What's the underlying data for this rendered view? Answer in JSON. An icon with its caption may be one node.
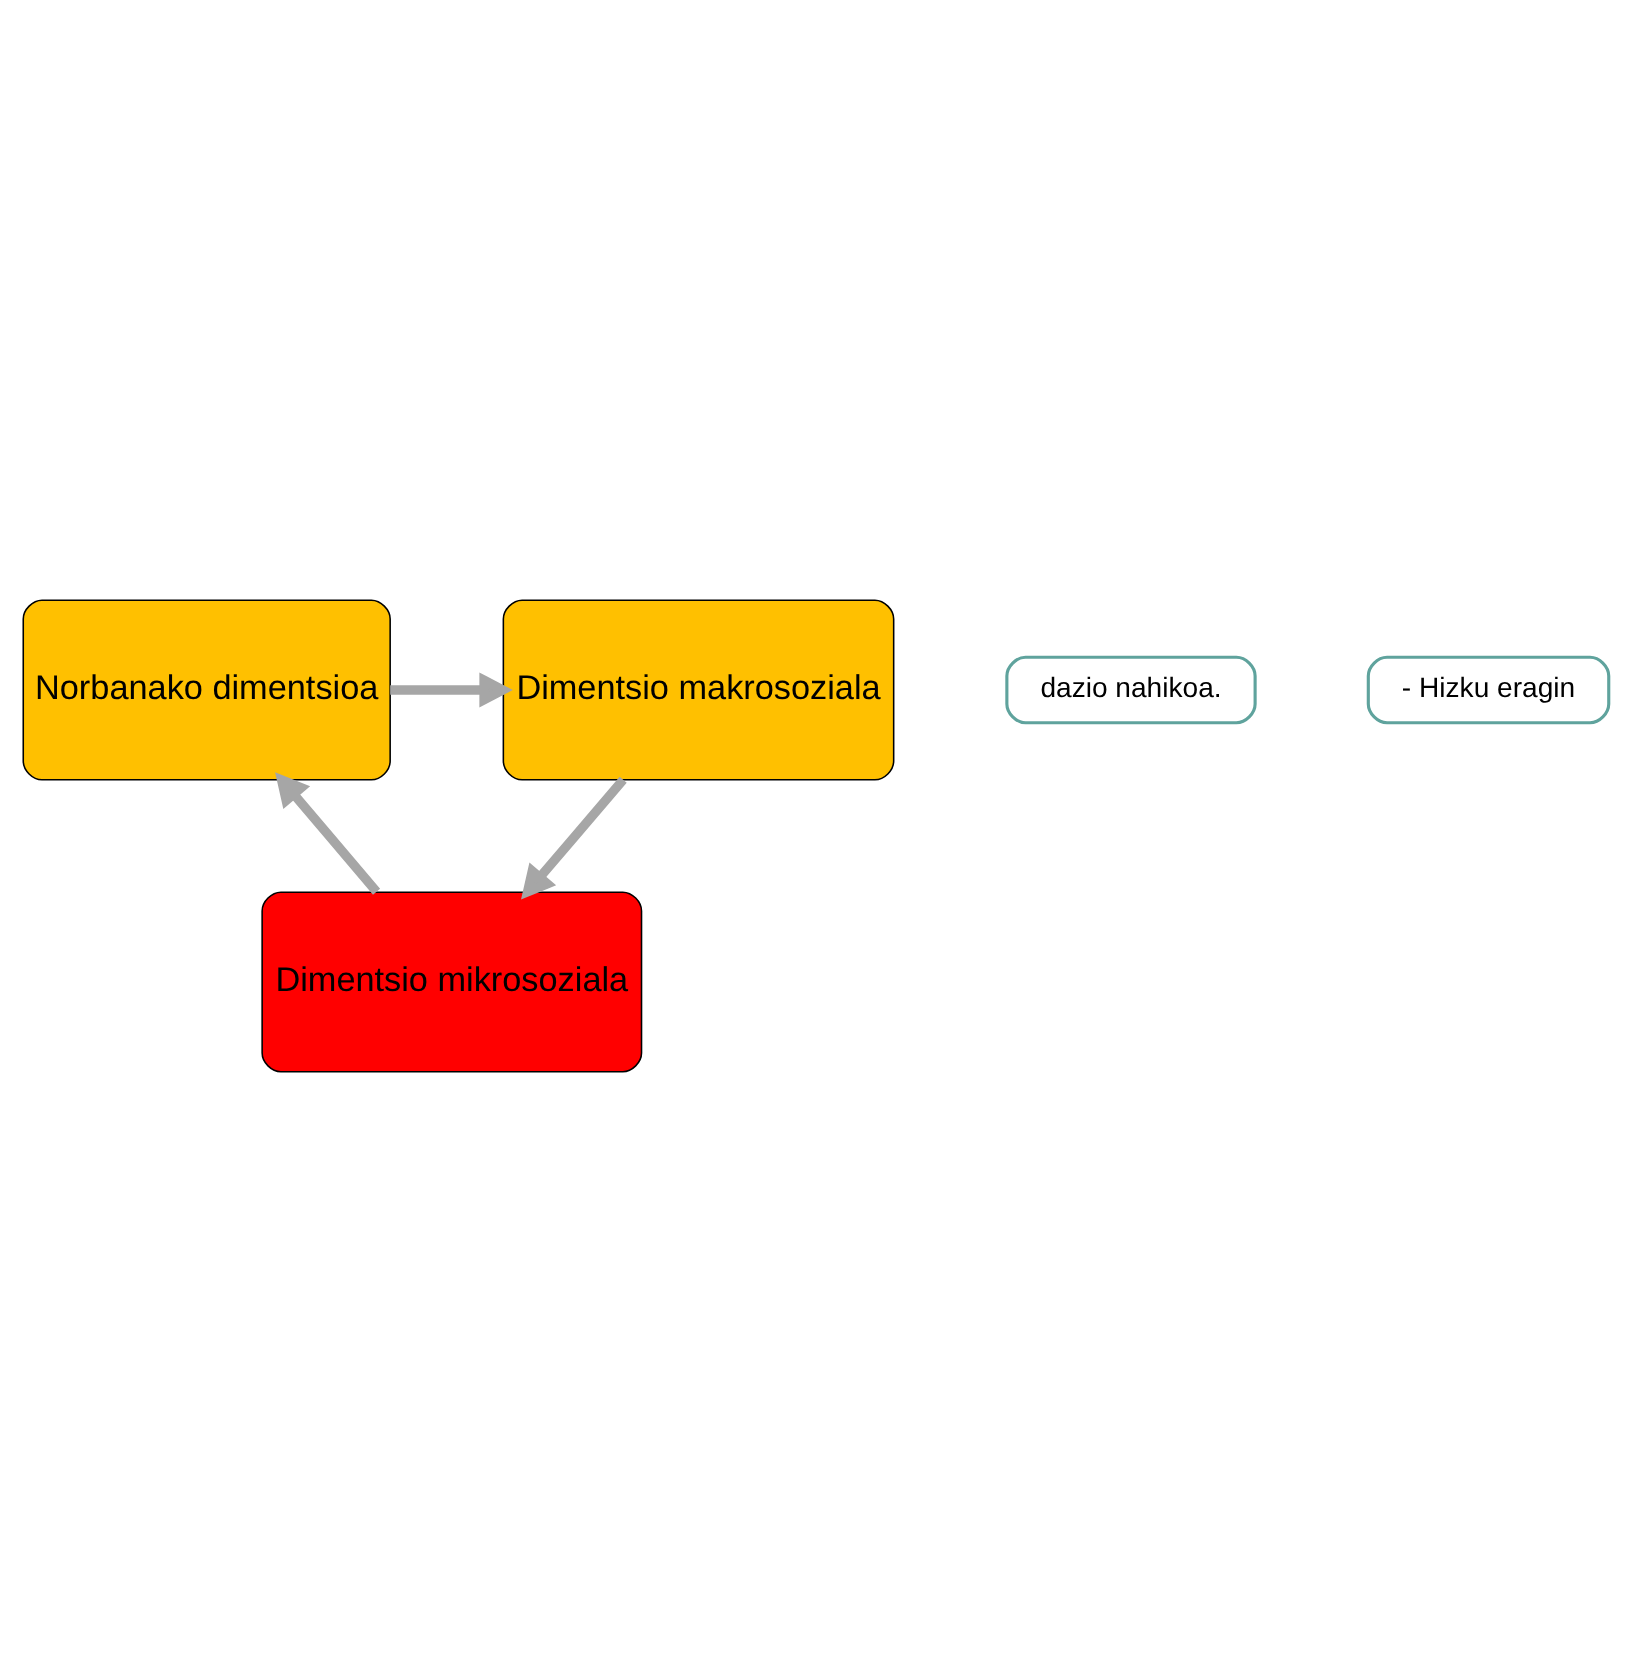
{
  "diagram": {
    "nodes": [
      {
        "text": [
          "Norbanako dimentsioa"
        ]
      },
      {
        "text": [
          "Dimentsio makrosoziala"
        ]
      },
      {
        "text": [
          "Dimentsio mikrosoziala"
        ]
      },
      {
        "text": [
          "dazio nahikoa."
        ]
      },
      {
        "text": [
          "- Hizku eragin"
        ]
      }
    ],
    "edges": [
      {
        "from": 0,
        "to": 1,
        "arrow": "to"
      },
      {
        "from": 1,
        "to": 2,
        "arrow": "to"
      },
      {
        "from": 2,
        "to": 0,
        "arrow": "to"
      }
    ]
  }
}
